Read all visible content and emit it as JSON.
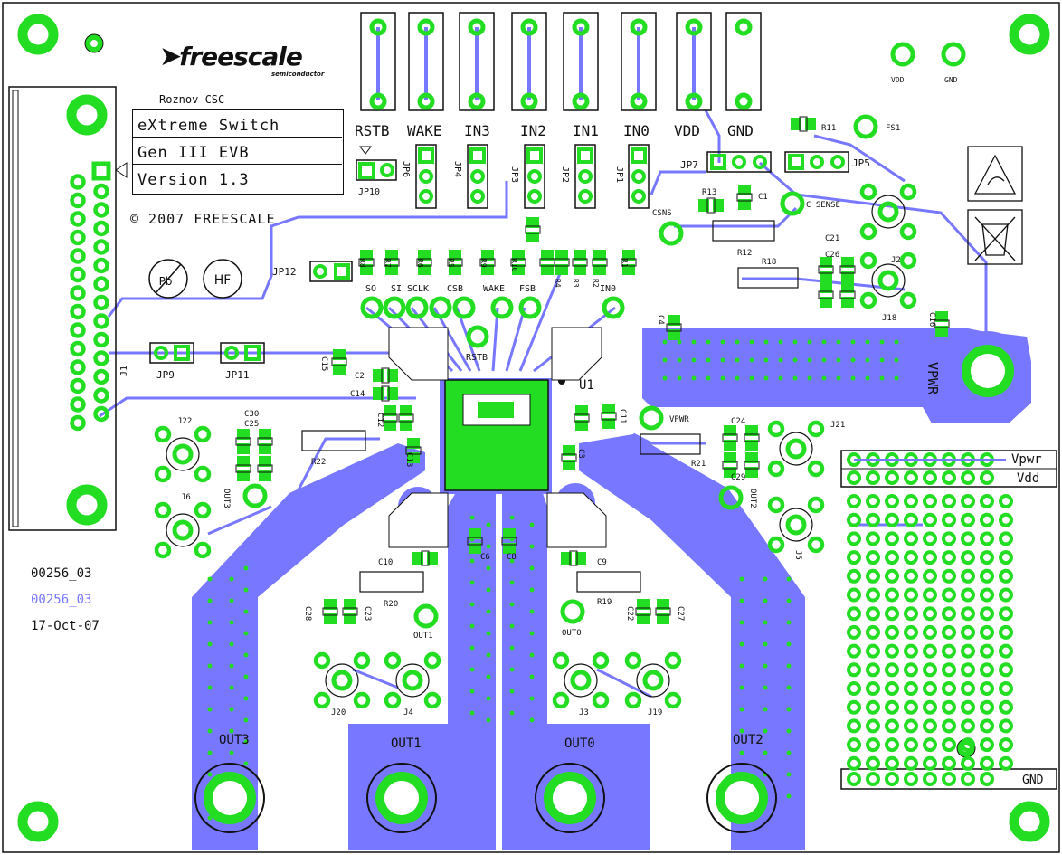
{
  "board": {
    "logo": "freescale",
    "logo_sub": "semiconductor",
    "site": "Roznov CSC",
    "title_lines": [
      "eXtreme Switch",
      "Gen III EVB",
      "Version 1.3"
    ],
    "copyright": "© 2007 FREESCALE",
    "doc_number": "00256_03",
    "doc_number_alt": "00256_03",
    "date": "17-Oct-07"
  },
  "colors": {
    "copper": "#7777ff",
    "pad": "#22dd22",
    "ink": "#111111",
    "background": "#ffffff"
  },
  "marks": {
    "pb_free": "Pb",
    "halogen_free": "HF",
    "esd_icon": "esd-warning-icon",
    "weee_icon": "weee-bin-icon"
  },
  "top_jumper_labels": [
    "RSTB",
    "WAKE",
    "IN3",
    "IN2",
    "IN1",
    "IN0",
    "VDD",
    "GND"
  ],
  "jumper_refs": [
    "JP6",
    "JP4",
    "JP3",
    "JP2",
    "JP1",
    "JP7",
    "JP5",
    "JP10",
    "JP12",
    "JP9",
    "JP11"
  ],
  "signal_pads": [
    "SO",
    "SI",
    "SCLK",
    "CSB",
    "WAKE",
    "FSB",
    "IN0",
    "RSTB"
  ],
  "components": {
    "resistors": [
      "R11",
      "R13",
      "R12",
      "R18",
      "R22",
      "R21",
      "R20",
      "R19",
      "R8",
      "R7",
      "R6",
      "R5",
      "R9",
      "R10",
      "R4",
      "R3",
      "R2",
      "R1"
    ],
    "capacitors": [
      "C1",
      "C21",
      "C26",
      "C16",
      "C4",
      "C15",
      "C2",
      "C14",
      "C12",
      "C30",
      "C25",
      "C24",
      "C29",
      "C13",
      "C3",
      "C11",
      "C10",
      "C9",
      "C6",
      "C8",
      "C28",
      "C23",
      "C22",
      "C27"
    ],
    "ic": "U1",
    "connector": "J1"
  },
  "connectors": {
    "rf": [
      "J2",
      "J18",
      "J22",
      "J6",
      "J21",
      "J5",
      "J20",
      "J4",
      "J3",
      "J19"
    ],
    "test_points": [
      "FS1",
      "VDD",
      "GND",
      "CSNS",
      "C SENSE",
      "VPWR",
      "OUT3",
      "OUT2",
      "OUT1",
      "OUT0"
    ]
  },
  "power_labels": {
    "vpwr_plane": "VPWR",
    "proto_vpwr": "Vpwr",
    "proto_vdd": "Vdd",
    "proto_gnd": "GND"
  },
  "outputs": [
    "OUT3",
    "OUT1",
    "OUT0",
    "OUT2"
  ]
}
